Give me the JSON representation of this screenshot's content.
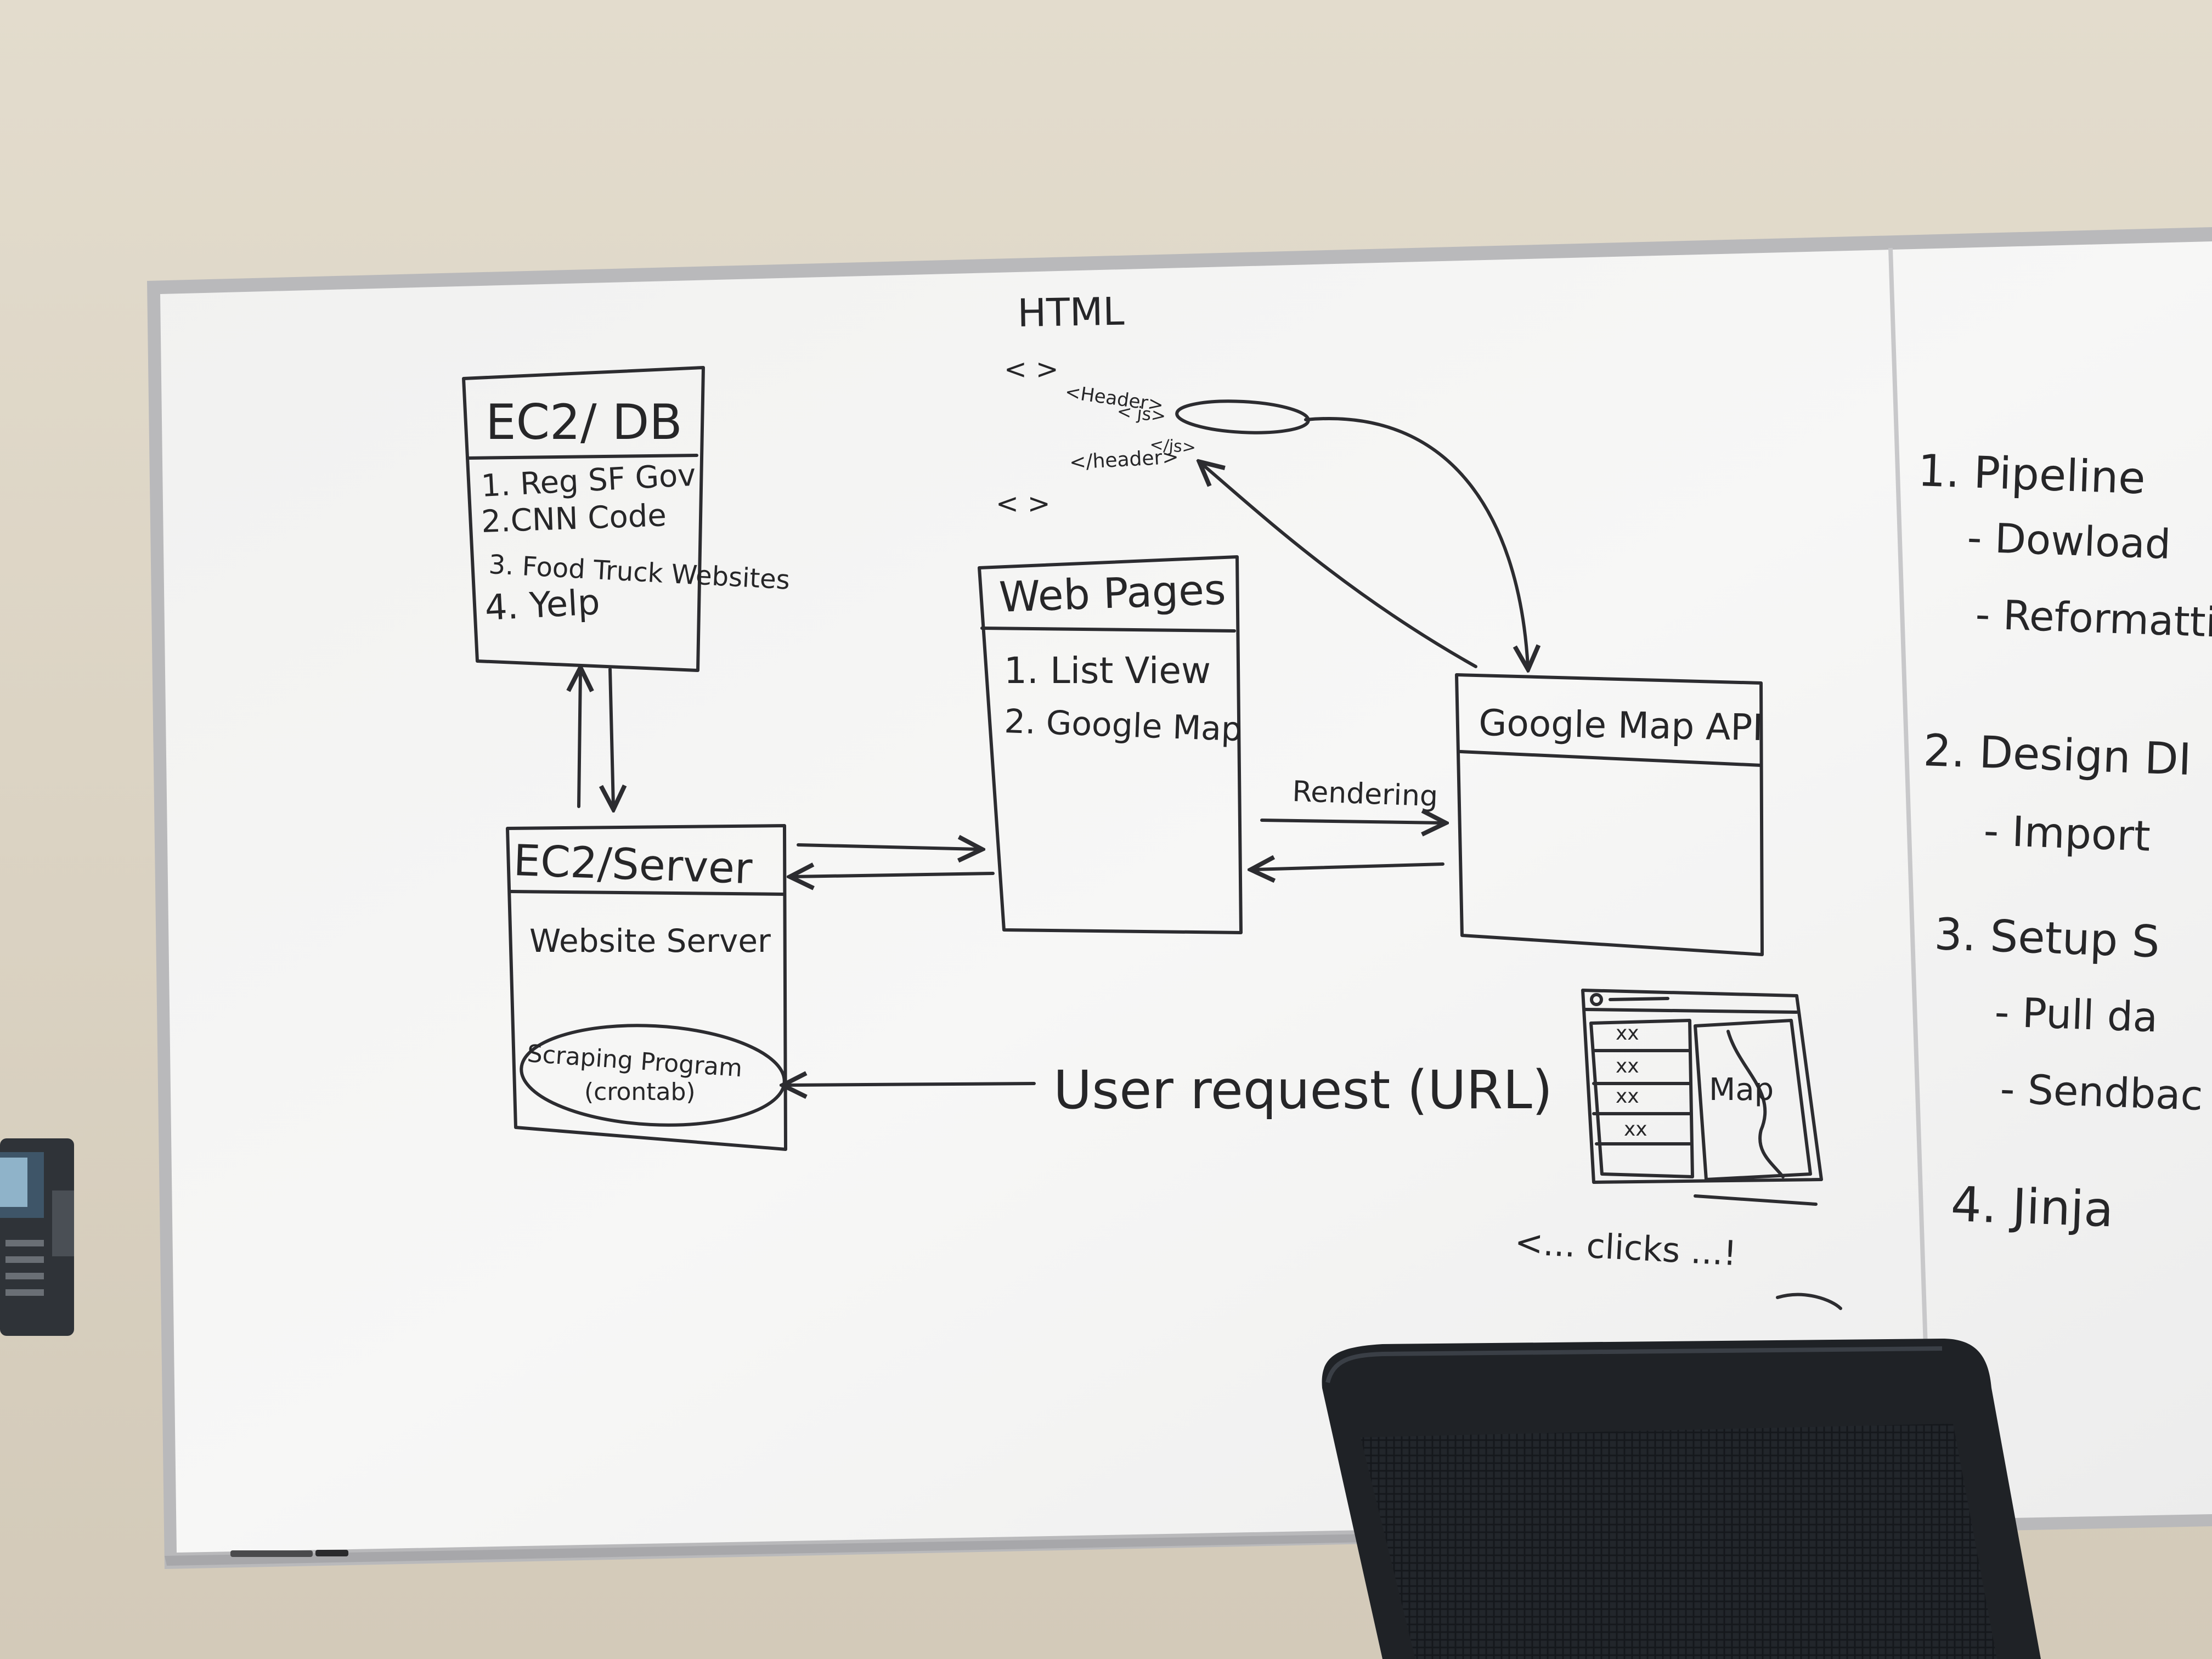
{
  "board": {
    "html_block": {
      "title": "HTML",
      "tag_open": "< >",
      "header_open": "<Header>",
      "js_open": "< js>",
      "js_close": "</js>",
      "header_close": "</header>",
      "tag_close": "< >"
    },
    "ec2_db": {
      "title": "EC2/ DB",
      "items": [
        "1. Reg  SF Gov",
        "2.CNN  Code",
        "3. Food Truck Websites",
        "4. Yelp"
      ]
    },
    "web_pages": {
      "title": "Web Pages",
      "items": [
        "1. List View",
        "2. Google Map"
      ]
    },
    "google_map_api": {
      "title": "Google Map API"
    },
    "rendering_label": "Rendering",
    "ec2_server": {
      "title": "EC2/Server",
      "subtitle": "Website Server",
      "scraping_line1": "Scraping Program",
      "scraping_line2": "(crontab)"
    },
    "user_request": "User request (URL)",
    "sketch": {
      "list_items": [
        "xx",
        "xx",
        "xx",
        "xx"
      ],
      "map_label": "Map",
      "clicks_label": "<... clicks ...!"
    },
    "steps": [
      {
        "label": "1.  Pipeline",
        "subs": [
          "- Dowload",
          "- Reformatti"
        ]
      },
      {
        "label": "2.  Design  DI",
        "subs": [
          "- Import"
        ]
      },
      {
        "label": "3.  Setup  S",
        "subs": [
          "- Pull  da",
          "- Sendbac"
        ]
      },
      {
        "label": "4.  Jinja",
        "subs": []
      }
    ]
  },
  "colors": {
    "wall": "#ddd5c6",
    "board": "#f4f4f2",
    "ink": "#262628",
    "frame": "#b9b9bb",
    "chair": "#1f2226"
  }
}
